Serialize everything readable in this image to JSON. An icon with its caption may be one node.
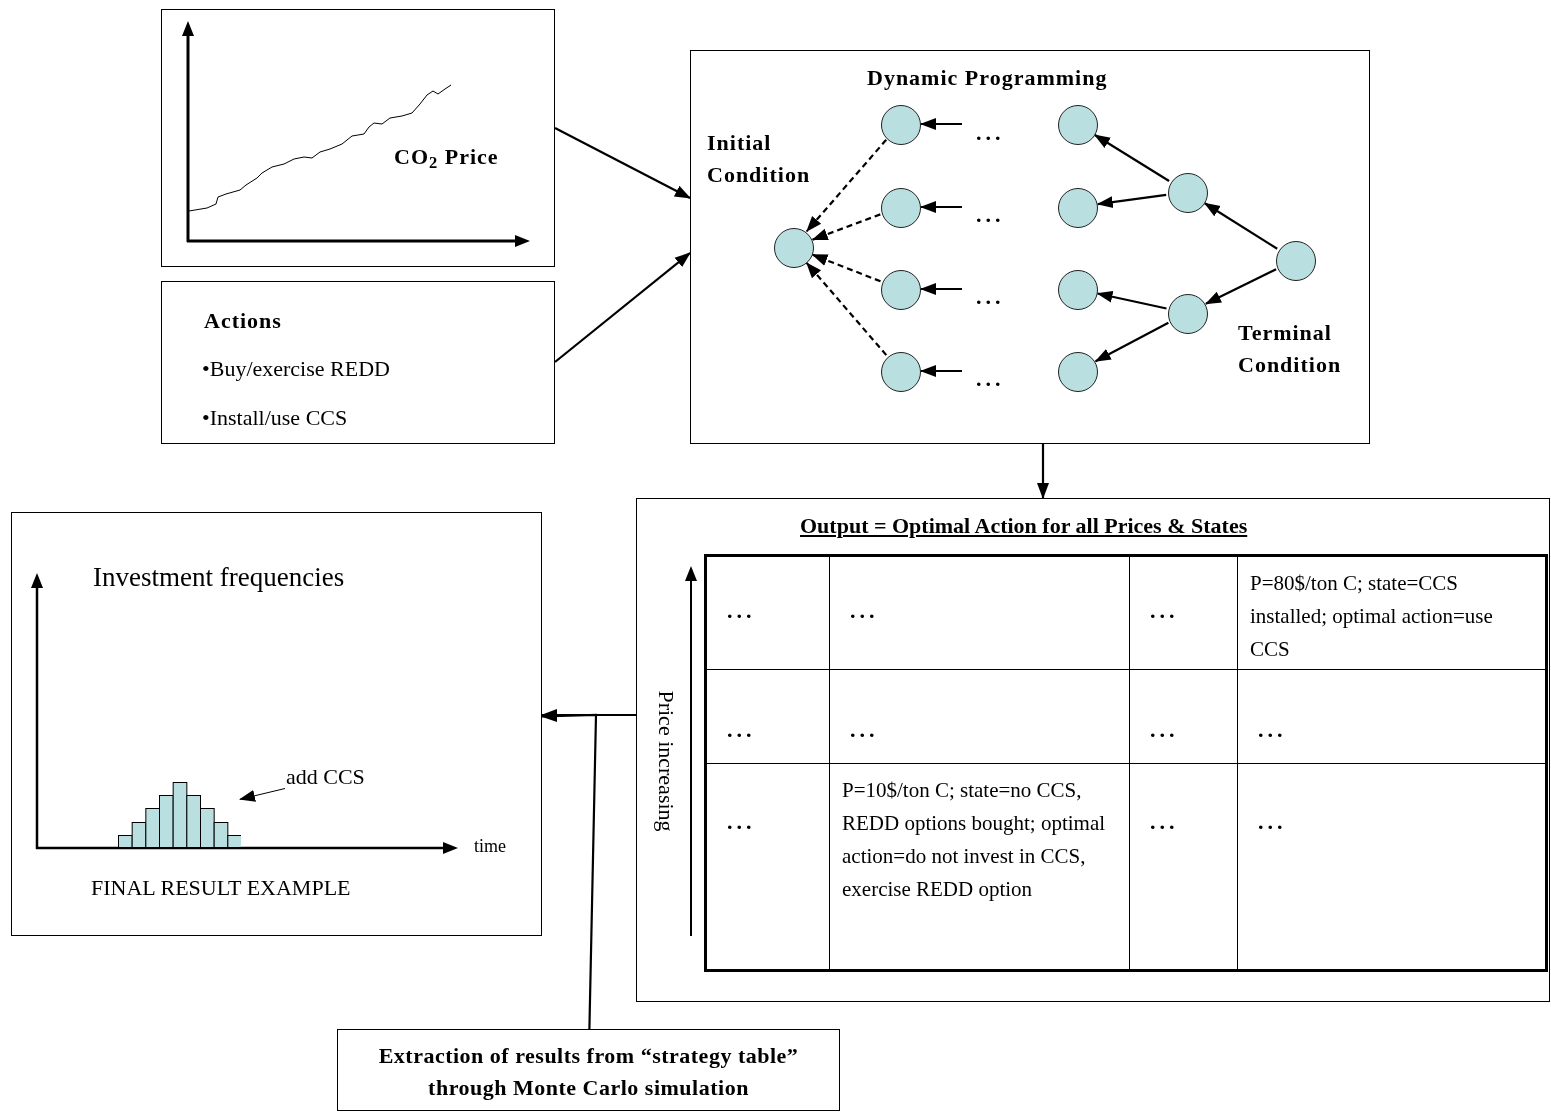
{
  "diagram": {
    "nodes": [
      {
        "text": [
          "CO$_{2}$ Price"
        ]
      },
      {
        "text": [
          "Actions",
          "•Buy/exercise REDD",
          "•Install/use CCS"
        ]
      },
      {
        "text": [
          "Dynamic Programming"
        ]
      },
      {
        "text": [],
        "shape": "circle",
        "in": 2,
        "beside": [
          "Initial Condition"
        ]
      },
      {
        "text": [],
        "shape": "circle",
        "in": 2
      },
      {
        "text": [],
        "shape": "circle",
        "in": 2
      },
      {
        "text": [],
        "shape": "circle",
        "in": 2
      },
      {
        "text": [],
        "shape": "circle",
        "in": 2
      },
      {
        "text": [],
        "shape": "circle",
        "in": 2
      },
      {
        "text": [],
        "shape": "circle",
        "in": 2
      },
      {
        "text": [],
        "shape": "circle",
        "in": 2
      },
      {
        "text": [],
        "shape": "circle",
        "in": 2
      },
      {
        "text": [],
        "shape": "circle",
        "in": 2
      },
      {
        "text": [],
        "shape": "circle",
        "in": 2
      },
      {
        "text": [],
        "shape": "circle",
        "in": 2,
        "beside": [
          "Terminal Condition"
        ]
      },
      {
        "text": [
          "Output = Optimal Action for all Prices & States"
        ]
      },
      {
        "text": [
          "Investment frequencies",
          "FINAL RESULT EXAMPLE"
        ]
      },
      {
        "text": [
          "add CCS"
        ],
        "in": 16
      },
      {
        "text": [],
        "shape": "picture",
        "in": 16
      },
      {
        "text": [
          "Extraction of results from “strategy table” through Monte Carlo simulation"
        ]
      }
    ],
    "edges": [
      {
        "from": 0,
        "to": 2,
        "arrow": "to"
      },
      {
        "from": 1,
        "to": 2,
        "arrow": "to"
      },
      {
        "from": 4,
        "to": 3,
        "arrow": "to",
        "style": "dashed"
      },
      {
        "from": 5,
        "to": 3,
        "arrow": "to",
        "style": "dashed"
      },
      {
        "from": 6,
        "to": 3,
        "arrow": "to",
        "style": "dashed"
      },
      {
        "from": 7,
        "to": 3,
        "arrow": "to",
        "style": "dashed"
      },
      {
        "from": null,
        "to": 4,
        "arrow": "to"
      },
      {
        "from": null,
        "to": 5,
        "arrow": "to"
      },
      {
        "from": null,
        "to": 6,
        "arrow": "to"
      },
      {
        "from": null,
        "to": 7,
        "arrow": "to"
      },
      {
        "from": 14,
        "to": 12,
        "arrow": "to"
      },
      {
        "from": 14,
        "to": 13,
        "arrow": "to"
      },
      {
        "from": 12,
        "to": 8,
        "arrow": "to"
      },
      {
        "from": 12,
        "to": 9,
        "arrow": "to"
      },
      {
        "from": 13,
        "to": 10,
        "arrow": "to"
      },
      {
        "from": 13,
        "to": 11,
        "arrow": "to"
      },
      {
        "from": 2,
        "to": 15,
        "arrow": "to"
      },
      {
        "from": 15,
        "to": 16,
        "arrow": "to"
      },
      {
        "from": 19,
        "to": 16,
        "arrow": "to"
      },
      {
        "from": 17,
        "to": 18,
        "arrow": "to"
      }
    ],
    "labels": [
      "...",
      "...",
      "...",
      "...",
      "Price increasing",
      "...",
      "...",
      "...",
      "P=80$/ton C; state=CCS installed; optimal action=use CCS",
      "...",
      "...",
      "...",
      "...",
      "...",
      "P=10$/ton C; state=no CCS, REDD options bought; optimal action=do not invest in CCS, exercise REDD option",
      "...",
      "...",
      "time"
    ]
  }
}
